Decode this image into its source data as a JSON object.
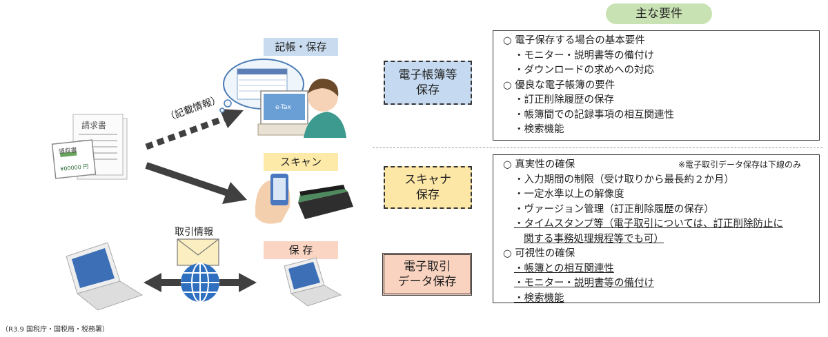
{
  "header": {
    "title": "主な要件"
  },
  "flows": {
    "record": {
      "label": "記帳・保存",
      "arrow_label": "（記載情報）"
    },
    "scan": {
      "label": "スキャン"
    },
    "etrade": {
      "label": "保 存",
      "arrow_label": "取引情報"
    }
  },
  "documents": {
    "invoice": "請求書",
    "receipt": "領収書",
    "receipt_amount": "¥00000 円"
  },
  "screen_text": "e-Tax",
  "categories": {
    "ledger": [
      "電子帳簿等",
      "保存"
    ],
    "scanner": [
      "スキャナ",
      "保存"
    ],
    "etransaction": [
      "電子取引",
      "データ保存"
    ]
  },
  "requirements_top": [
    "○ 電子保存する場合の基本要件",
    "・モニター・説明書等の備付け",
    "・ダウンロードの求めへの対応",
    "○ 優良な電子帳簿の要件",
    "・訂正削除履歴の保存",
    "・帳簿間での記録事項の相互関連性",
    "・検索機能"
  ],
  "requirements_bottom": {
    "note": "※電子取引データ保存は下線のみ",
    "items": [
      "○ 真実性の確保",
      "・入力期間の制限（受け取りから最長約２か月）",
      "・一定水準以上の解像度",
      "・ヴァージョン管理（訂正削除履歴の保存）",
      "・タイムスタンプ等（電子取引については、訂正削除防止に",
      "関する事務処理規程等でも可）",
      "○ 可視性の確保",
      "・帳簿との相互関連性",
      "・モニター・説明書等の備付け",
      "・検索機能"
    ]
  },
  "source_note": "（R3.9 国税庁・国税局・税務署）",
  "colors": {
    "title_bg": "#c9e2b3",
    "flow_label_bg": "#c9dcef",
    "scan_label_bg": "#fdeaa8",
    "etrade_label_bg": "#fad5c3",
    "ledger_bg": "#c5daf0",
    "scanner_bg": "#fde7a6",
    "etransaction_bg": "#f9d3c0",
    "arrow": "#404040"
  }
}
